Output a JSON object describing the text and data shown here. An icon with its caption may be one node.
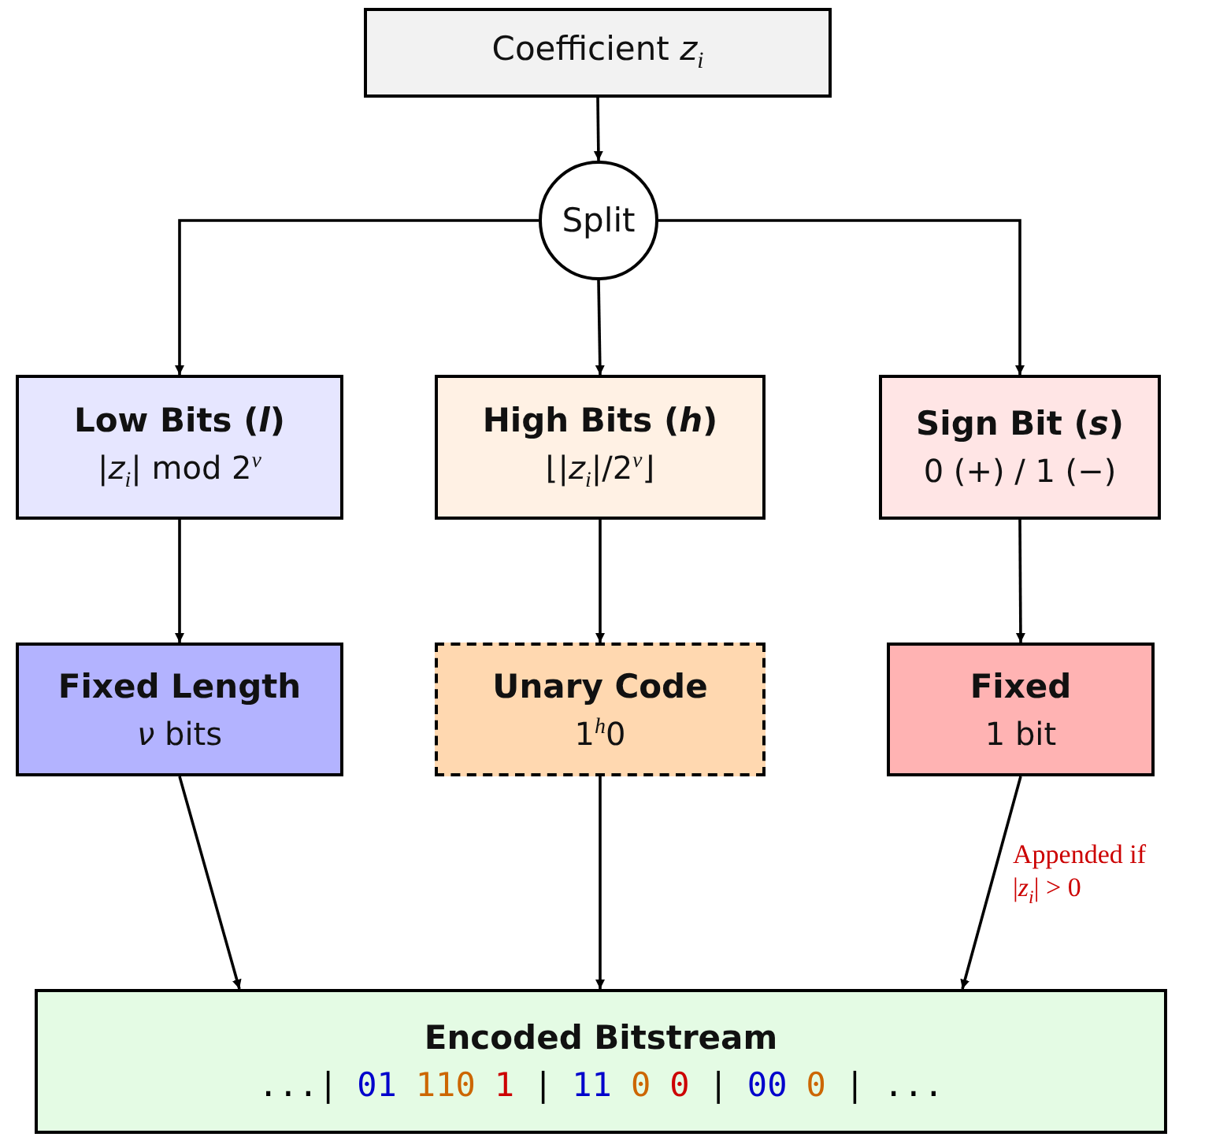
{
  "diagram": {
    "nodes": [
      {
        "text": [
          "Coefficient *z*$_{i}$"
        ]
      },
      {
        "text": [
          "Split"
        ]
      },
      {
        "text": [
          "Low Bits (*l*)",
          "|*z*$_{i}$| mod 2$^{ν}$"
        ]
      },
      {
        "text": [
          "High Bits (*h*)",
          "⌊|*z*$_{i}$|/2$^{ν}$⌋"
        ]
      },
      {
        "text": [
          "Sign Bit (*s*)",
          "0 (+) / 1 (−)"
        ]
      },
      {
        "text": [
          "Fixed Length",
          "*ν* bits"
        ]
      },
      {
        "text": [
          "Unary Code",
          "1$^{h}$0"
        ]
      },
      {
        "text": [
          "Fixed",
          "1 bit"
        ]
      },
      {
        "text": [
          "Encoded Bitstream",
          "...|",
          "01",
          "110",
          "1",
          "|",
          "11",
          "0",
          "0",
          "|",
          "00",
          "0",
          "|",
          "..."
        ]
      }
    ],
    "edges": [
      {
        "from": 0,
        "to": 1,
        "arrow": "to"
      },
      {
        "from": 1,
        "to": 2,
        "arrow": "to"
      },
      {
        "from": 1,
        "to": 3,
        "arrow": "to"
      },
      {
        "from": 1,
        "to": 4,
        "arrow": "to"
      },
      {
        "from": 2,
        "to": 5,
        "arrow": "to"
      },
      {
        "from": 3,
        "to": 6,
        "arrow": "to"
      },
      {
        "from": 4,
        "to": 7,
        "arrow": "to"
      },
      {
        "from": 5,
        "to": 8,
        "arrow": "to"
      },
      {
        "from": 6,
        "to": 8,
        "arrow": "to"
      },
      {
        "from": 7,
        "to": 8,
        "arrow": "to",
        "label": "Appended if |*z*$_{i}$| > 0"
      }
    ]
  }
}
